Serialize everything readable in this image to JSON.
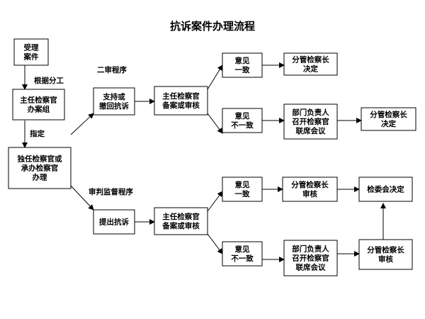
{
  "title": "抗诉案件办理流程",
  "nodes": {
    "accept": [
      "受理",
      "案件"
    ],
    "chief_group": [
      "主任检察官",
      "办案组"
    ],
    "handler": [
      "独任检察官或",
      "承办检察官",
      "办理"
    ],
    "support_withdraw": [
      "支持或",
      "撤回抗诉"
    ],
    "chief_review_1": [
      "主任检察官",
      "备案或审核"
    ],
    "agree_1": [
      "意见",
      "一致"
    ],
    "decide_1": [
      "分管检察长",
      "决定"
    ],
    "disagree_1": [
      "意见",
      "不一致"
    ],
    "joint_meeting_1": [
      "部门负责人",
      "召开检察官",
      "联席会议"
    ],
    "decide_2": [
      "分管检察长",
      "决定"
    ],
    "file_protest": [
      "提出抗诉"
    ],
    "chief_review_2": [
      "主任检察官",
      "备案或审核"
    ],
    "agree_2": [
      "意见",
      "一致"
    ],
    "review_1": [
      "分管检察长",
      "审核"
    ],
    "committee": [
      "检委会决定"
    ],
    "disagree_2": [
      "意见",
      "不一致"
    ],
    "joint_meeting_2": [
      "部门负责人",
      "召开检察官",
      "联席会议"
    ],
    "review_2": [
      "分管检察长",
      "审核"
    ]
  },
  "edge_labels": {
    "by_division": "根据分工",
    "assign": "指定",
    "second_instance": "二审程序",
    "trial_supervision": "审判监督程序"
  }
}
